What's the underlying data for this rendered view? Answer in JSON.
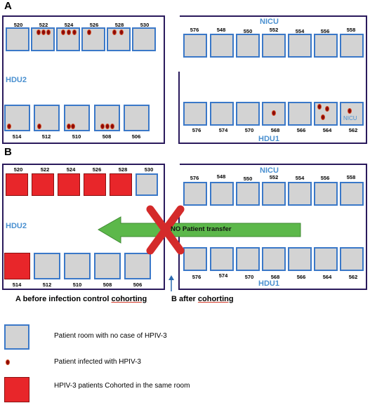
{
  "panel_a_letter": "A",
  "panel_b_letter": "B",
  "labels": {
    "hdu2": "HDU2",
    "nicu": "NICU",
    "hdu1": "HDU1",
    "nicu_room": "NICU"
  },
  "left_top_rooms": [
    "520",
    "522",
    "524",
    "526",
    "528",
    "530"
  ],
  "left_bottom_rooms": [
    "514",
    "512",
    "510",
    "508",
    "506"
  ],
  "right_top_rooms": [
    "576",
    "548",
    "550",
    "552",
    "554",
    "556",
    "558"
  ],
  "right_bottom_rooms": [
    "576",
    "574",
    "570",
    "568",
    "566",
    "564",
    "562"
  ],
  "transfer_text": "NO Patient transfer",
  "caption": {
    "a_prefix": "A  before infection control ",
    "a_word": "cohorting",
    "b_prefix": "B  after ",
    "b_word": "cohorting"
  },
  "legend": {
    "room": "Patient room with no case of HPIV-3",
    "infected": "Patient infected with HPIV-3",
    "cohort": "HPIV-3 patients Cohorted in the same room"
  },
  "colors": {
    "room_fill": "#d3d3d3",
    "room_border": "#3a78c8",
    "cohort_fill": "#e8262a",
    "arrow": "#5cb84a",
    "cross": "#d42a2a",
    "label": "#4a90d0"
  }
}
